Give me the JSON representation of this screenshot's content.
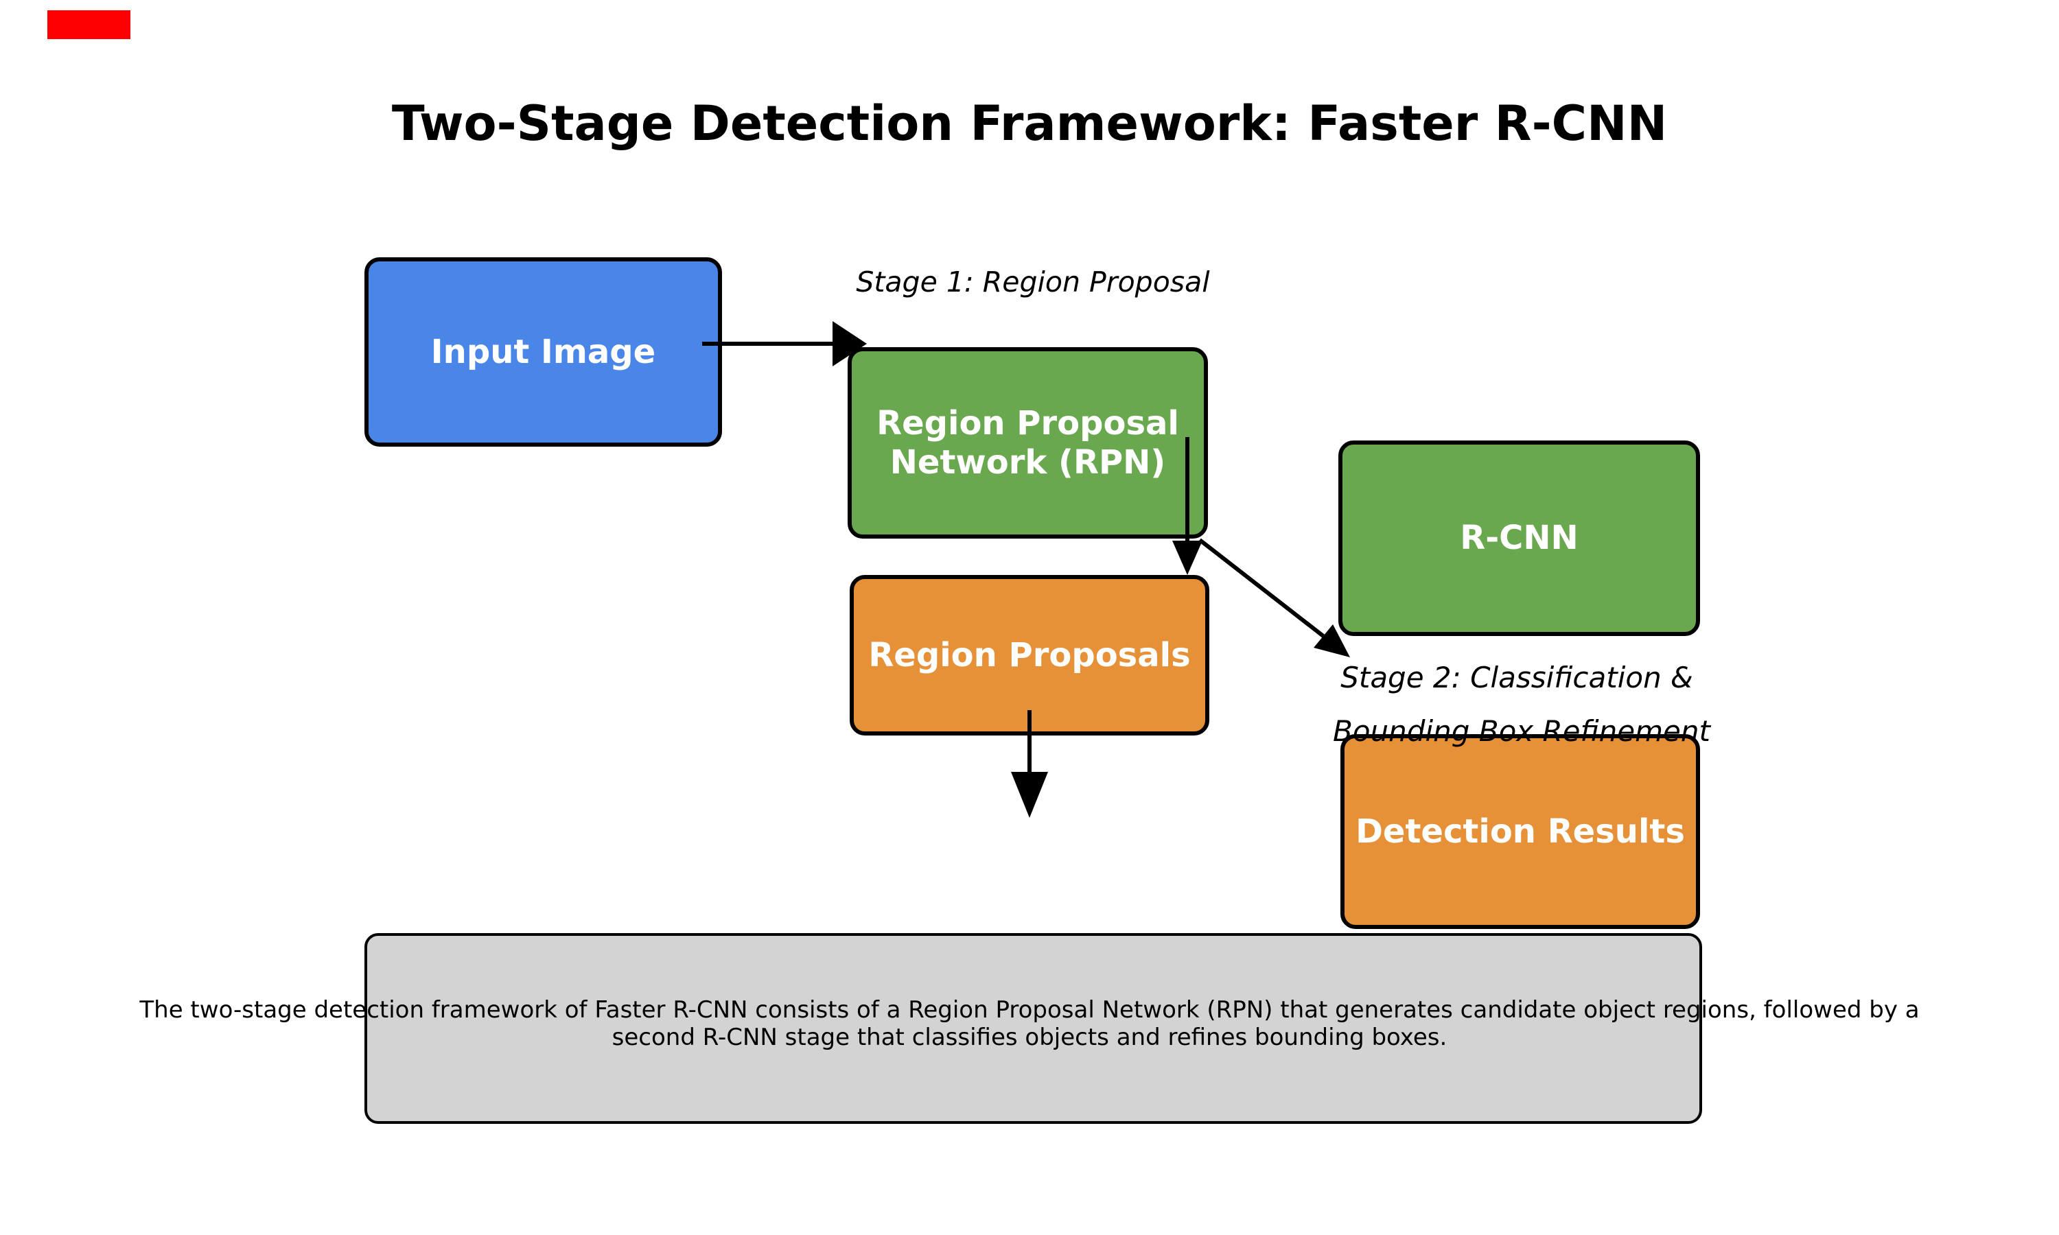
{
  "title": "Two-Stage Detection Framework: Faster R-CNN",
  "colors": {
    "canvas-white": "#ffffff",
    "box-blue": "#4a86e8",
    "box-green": "#6aa84f",
    "box-orange": "#e69138",
    "caption-gray": "#d3d3d3",
    "border-black": "#000000",
    "text-white": "#ffffff",
    "text-black": "#000000",
    "marker-red": "#ff0000"
  },
  "stage_labels": {
    "stage1": "Stage 1: Region Proposal",
    "stage2_line1": "Stage 2: Classification &",
    "stage2_line2": "Bounding Box Refinement"
  },
  "nodes": {
    "input_image": {
      "label": "Input Image"
    },
    "rpn": {
      "label_line1": "Region Proposal",
      "label_line2": "Network (RPN)"
    },
    "region_proposals": {
      "label": "Region Proposals"
    },
    "rcnn": {
      "label": "R-CNN"
    },
    "detection_results": {
      "label": "Detection Results"
    }
  },
  "caption": {
    "line1": "The two-stage detection framework of Faster R-CNN consists of a Region Proposal Network (RPN) that generates candidate object regions, followed by a",
    "line2": "second R-CNN stage that classifies objects and refines bounding boxes."
  }
}
